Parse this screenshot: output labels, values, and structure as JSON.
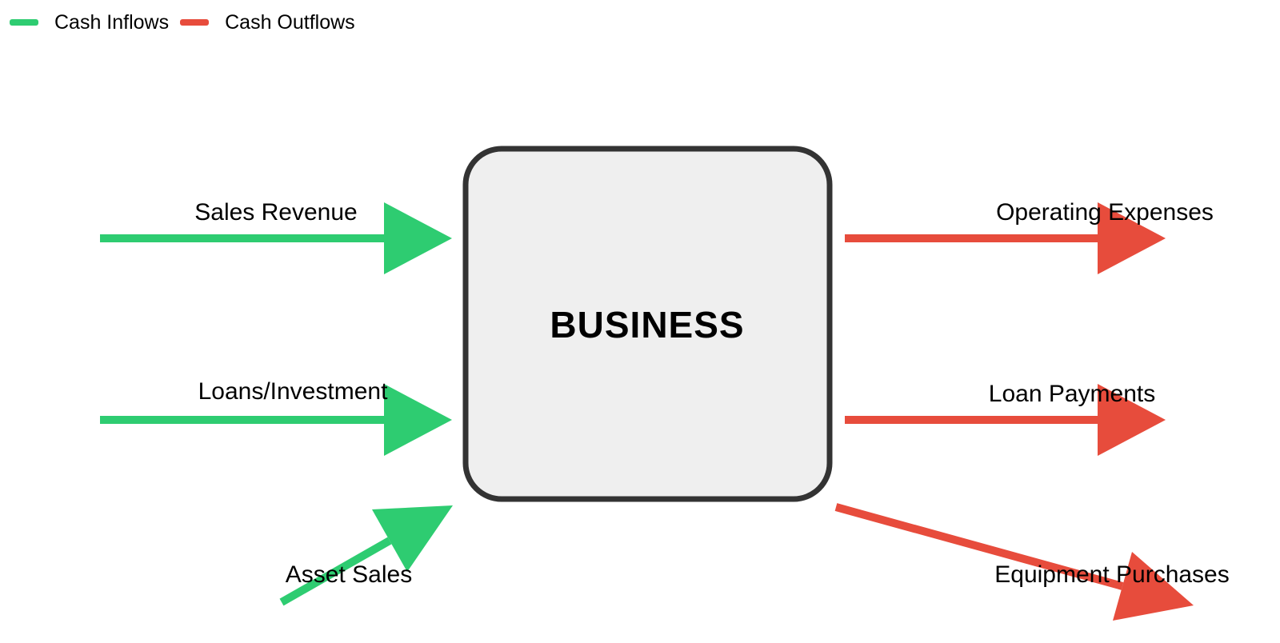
{
  "legend": {
    "items": [
      {
        "label": "Cash Inflows",
        "color": "#2ecc71"
      },
      {
        "label": "Cash Outflows",
        "color": "#e74c3c"
      }
    ]
  },
  "center_box": {
    "label": "BUSINESS",
    "fill": "#efefef",
    "border_color": "#333333"
  },
  "colors": {
    "inflow": "#2ecc71",
    "outflow": "#e74c3c"
  },
  "inflows": [
    {
      "label": "Sales Revenue"
    },
    {
      "label": "Loans/Investment"
    },
    {
      "label": "Asset Sales"
    }
  ],
  "outflows": [
    {
      "label": "Operating Expenses"
    },
    {
      "label": "Loan Payments"
    },
    {
      "label": "Equipment Purchases"
    }
  ]
}
